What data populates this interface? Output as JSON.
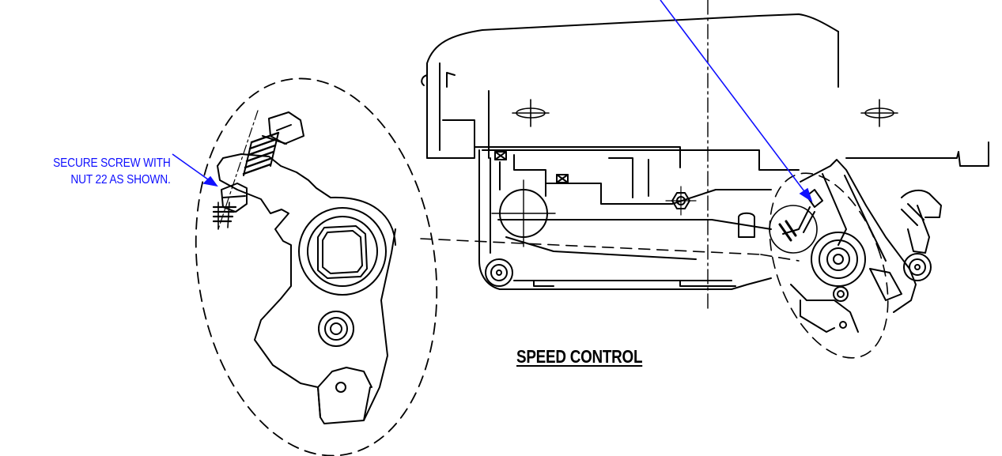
{
  "colors": {
    "ink": "#000000",
    "callout": "#1010ff",
    "background": "#ffffff"
  },
  "diagram": {
    "title": "SPEED CONTROL",
    "callouts": [
      {
        "lines": [
          "SECURE SCREW WITH",
          "NUT 22 AS SHOWN."
        ]
      }
    ]
  }
}
